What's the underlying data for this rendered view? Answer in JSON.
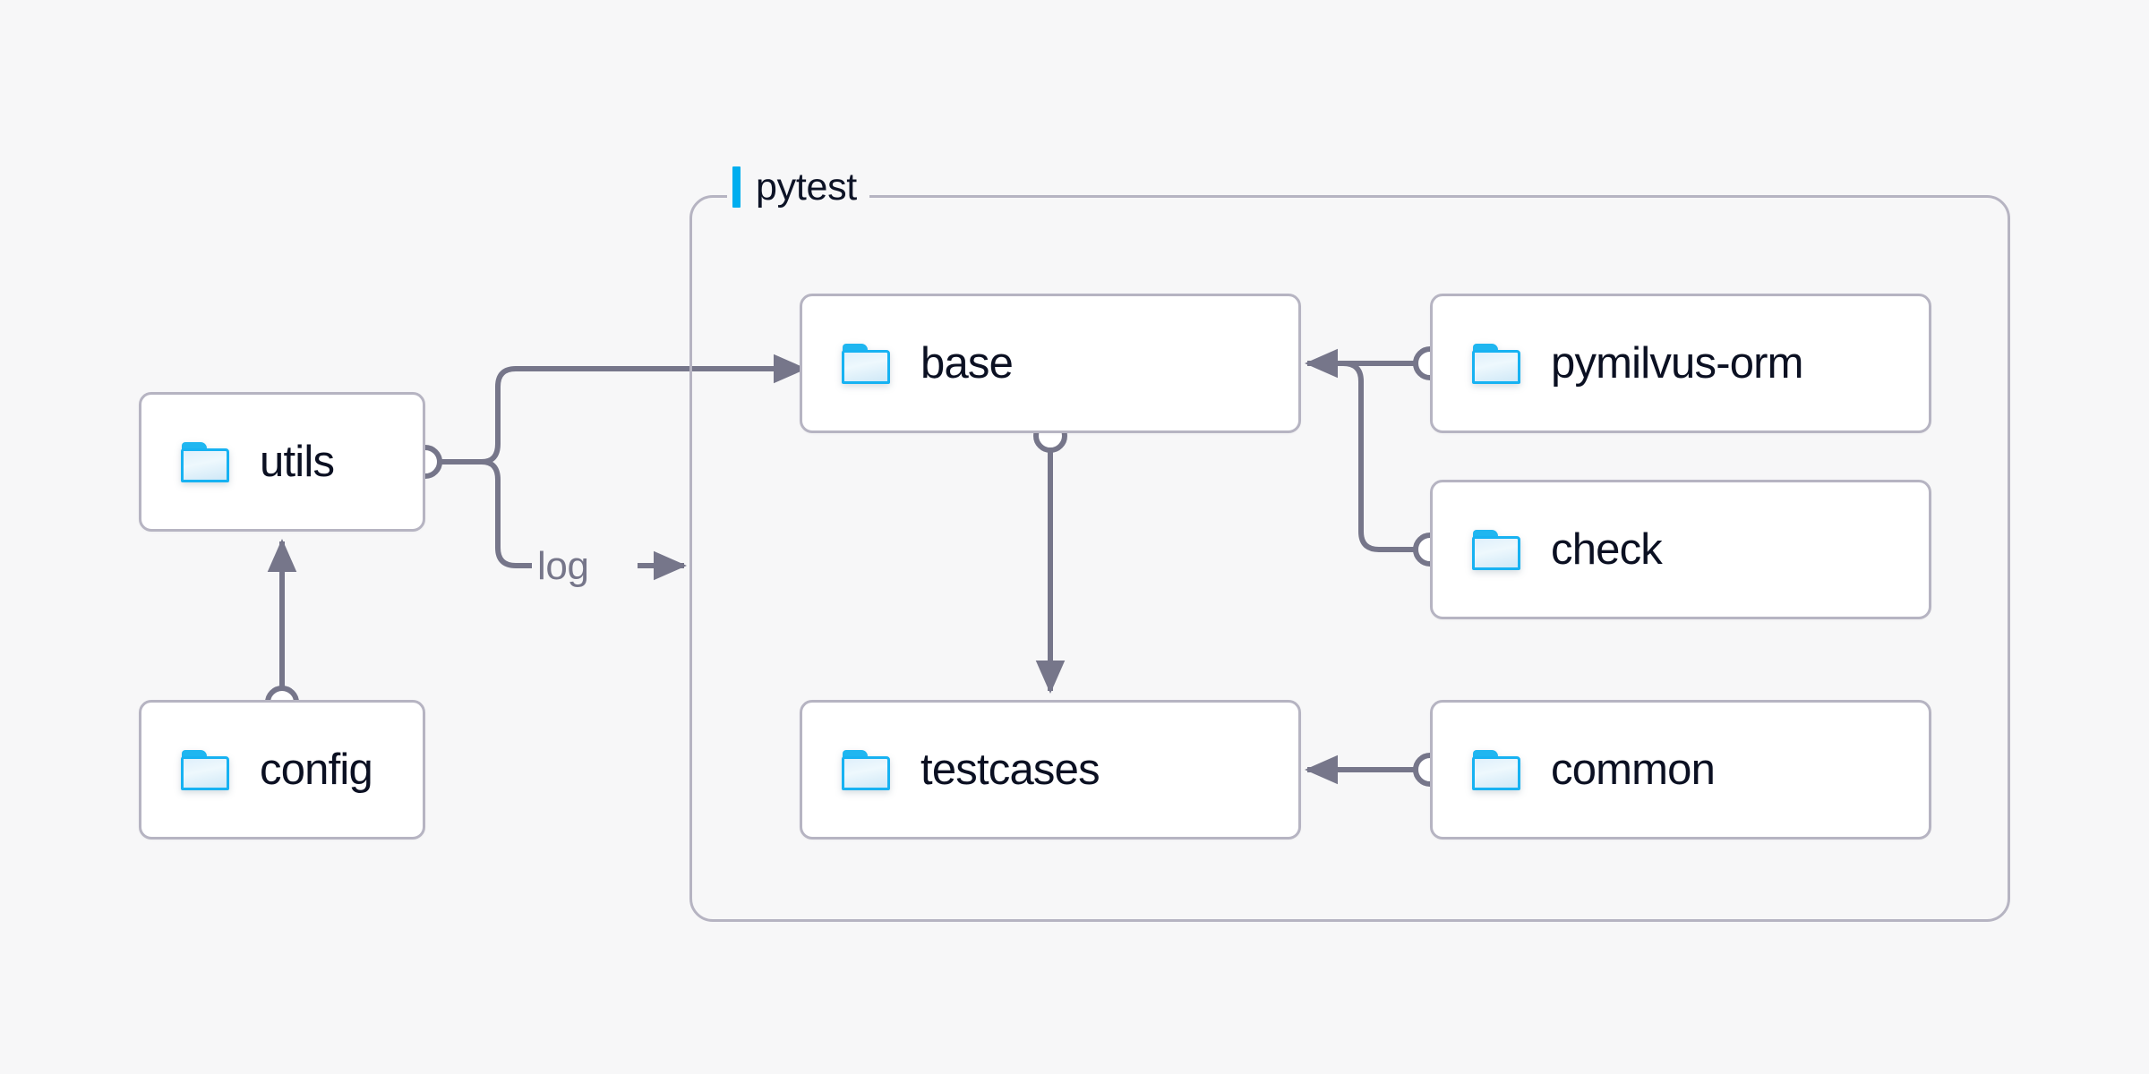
{
  "diagram": {
    "type": "architecture-folder-dependency",
    "background_color": "#f7f7f8",
    "accent_color": "#00aeef",
    "node_border_color": "#b6b4c2",
    "edge_color": "#76768a",
    "folder_icon_color": "#17b2f2",
    "label_text_color": "#0b1022"
  },
  "group": {
    "name": "pytest",
    "label": "pytest",
    "accent_color": "#00aeef"
  },
  "nodes": [
    {
      "id": "utils",
      "label": "utils",
      "icon": "folder-icon",
      "inside_group": false
    },
    {
      "id": "config",
      "label": "config",
      "icon": "folder-icon",
      "inside_group": false
    },
    {
      "id": "base",
      "label": "base",
      "icon": "folder-icon",
      "inside_group": true
    },
    {
      "id": "testcases",
      "label": "testcases",
      "icon": "folder-icon",
      "inside_group": true
    },
    {
      "id": "pymilvus-orm",
      "label": "pymilvus-orm",
      "icon": "folder-icon",
      "inside_group": true
    },
    {
      "id": "check",
      "label": "check",
      "icon": "folder-icon",
      "inside_group": true
    },
    {
      "id": "common",
      "label": "common",
      "icon": "folder-icon",
      "inside_group": true
    }
  ],
  "edges": [
    {
      "from": "config",
      "to": "utils",
      "label": "",
      "direction": "up"
    },
    {
      "from": "utils",
      "to": "base",
      "label": "",
      "direction": "right"
    },
    {
      "from": "utils",
      "to": "pytest",
      "label": "log",
      "direction": "right"
    },
    {
      "from": "base",
      "to": "testcases",
      "label": "",
      "direction": "down"
    },
    {
      "from": "pymilvus-orm",
      "to": "base",
      "label": "",
      "direction": "left"
    },
    {
      "from": "check",
      "to": "base",
      "label": "",
      "direction": "left"
    },
    {
      "from": "common",
      "to": "testcases",
      "label": "",
      "direction": "left"
    }
  ],
  "edge_labels": {
    "log": "log"
  }
}
